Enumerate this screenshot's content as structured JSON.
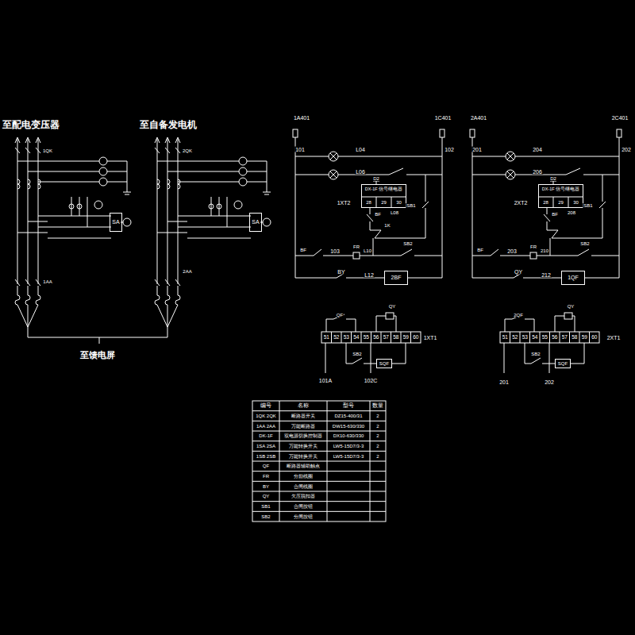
{
  "diagram": {
    "nodes": [
      {
        "text": [
          "DX-1F 信号继电器"
        ]
      },
      {
        "text": [
          "DX-1F 信号继电器"
        ]
      },
      {
        "text": [
          "2BF"
        ]
      },
      {
        "text": [
          "1QF"
        ]
      },
      {
        "text": [
          "SQF"
        ]
      },
      {
        "text": [
          "SQF"
        ]
      },
      {
        "text": [
          "SA"
        ]
      },
      {
        "text": [
          "SA"
        ]
      }
    ],
    "labels": [
      "至配电变压器",
      "至自备发电机",
      "至馈电屏",
      "1QK",
      "2QK",
      "1AA",
      "2AA",
      "1A401",
      "1C401",
      "101",
      "L04",
      "102",
      "L06",
      "D2",
      "28",
      "29",
      "30",
      "1XT2",
      "L08",
      "SB1",
      "BF",
      "1K",
      "BF",
      "103",
      "FR",
      "L10",
      "SB2",
      "BY",
      "L12",
      "2A401",
      "2C401",
      "201",
      "204",
      "202",
      "206",
      "D2",
      "28",
      "29",
      "30",
      "2XT2",
      "208",
      "SB1",
      "BF",
      "BF",
      "203",
      "FR",
      "210",
      "SB2",
      "QY",
      "212",
      "51",
      "52",
      "53",
      "54",
      "55",
      "56",
      "57",
      "58",
      "59",
      "60",
      "1XT1",
      "QY",
      "SB2",
      "101A",
      "102C",
      "51",
      "52",
      "53",
      "54",
      "55",
      "56",
      "57",
      "58",
      "59",
      "60",
      "2XT1",
      "QY",
      "SB2",
      "201",
      "202",
      "QF",
      "2QF",
      "编号",
      "名称",
      "型号",
      "数量",
      "1QK 2QK",
      "断路器开关",
      "DZ15-400/31",
      "2",
      "1AA 2AA",
      "万能断路器",
      "DW15-630/330",
      "2",
      "DK-1F",
      "双电源切换控制器",
      "DX10-630/330",
      "2",
      "1SA 2SA",
      "万能转换开关",
      "LW5-15D7/3-3",
      "2",
      "1SB 2SB",
      "万能转换开关",
      "LW5-15D7/3-3",
      "2",
      "QF",
      "断路器辅助触点",
      "FR",
      "分励线圈",
      "BY",
      "合闸线圈",
      "QY",
      "欠压脱扣器",
      "SB1",
      "合闸按钮",
      "SB2",
      "分闸按钮"
    ]
  }
}
